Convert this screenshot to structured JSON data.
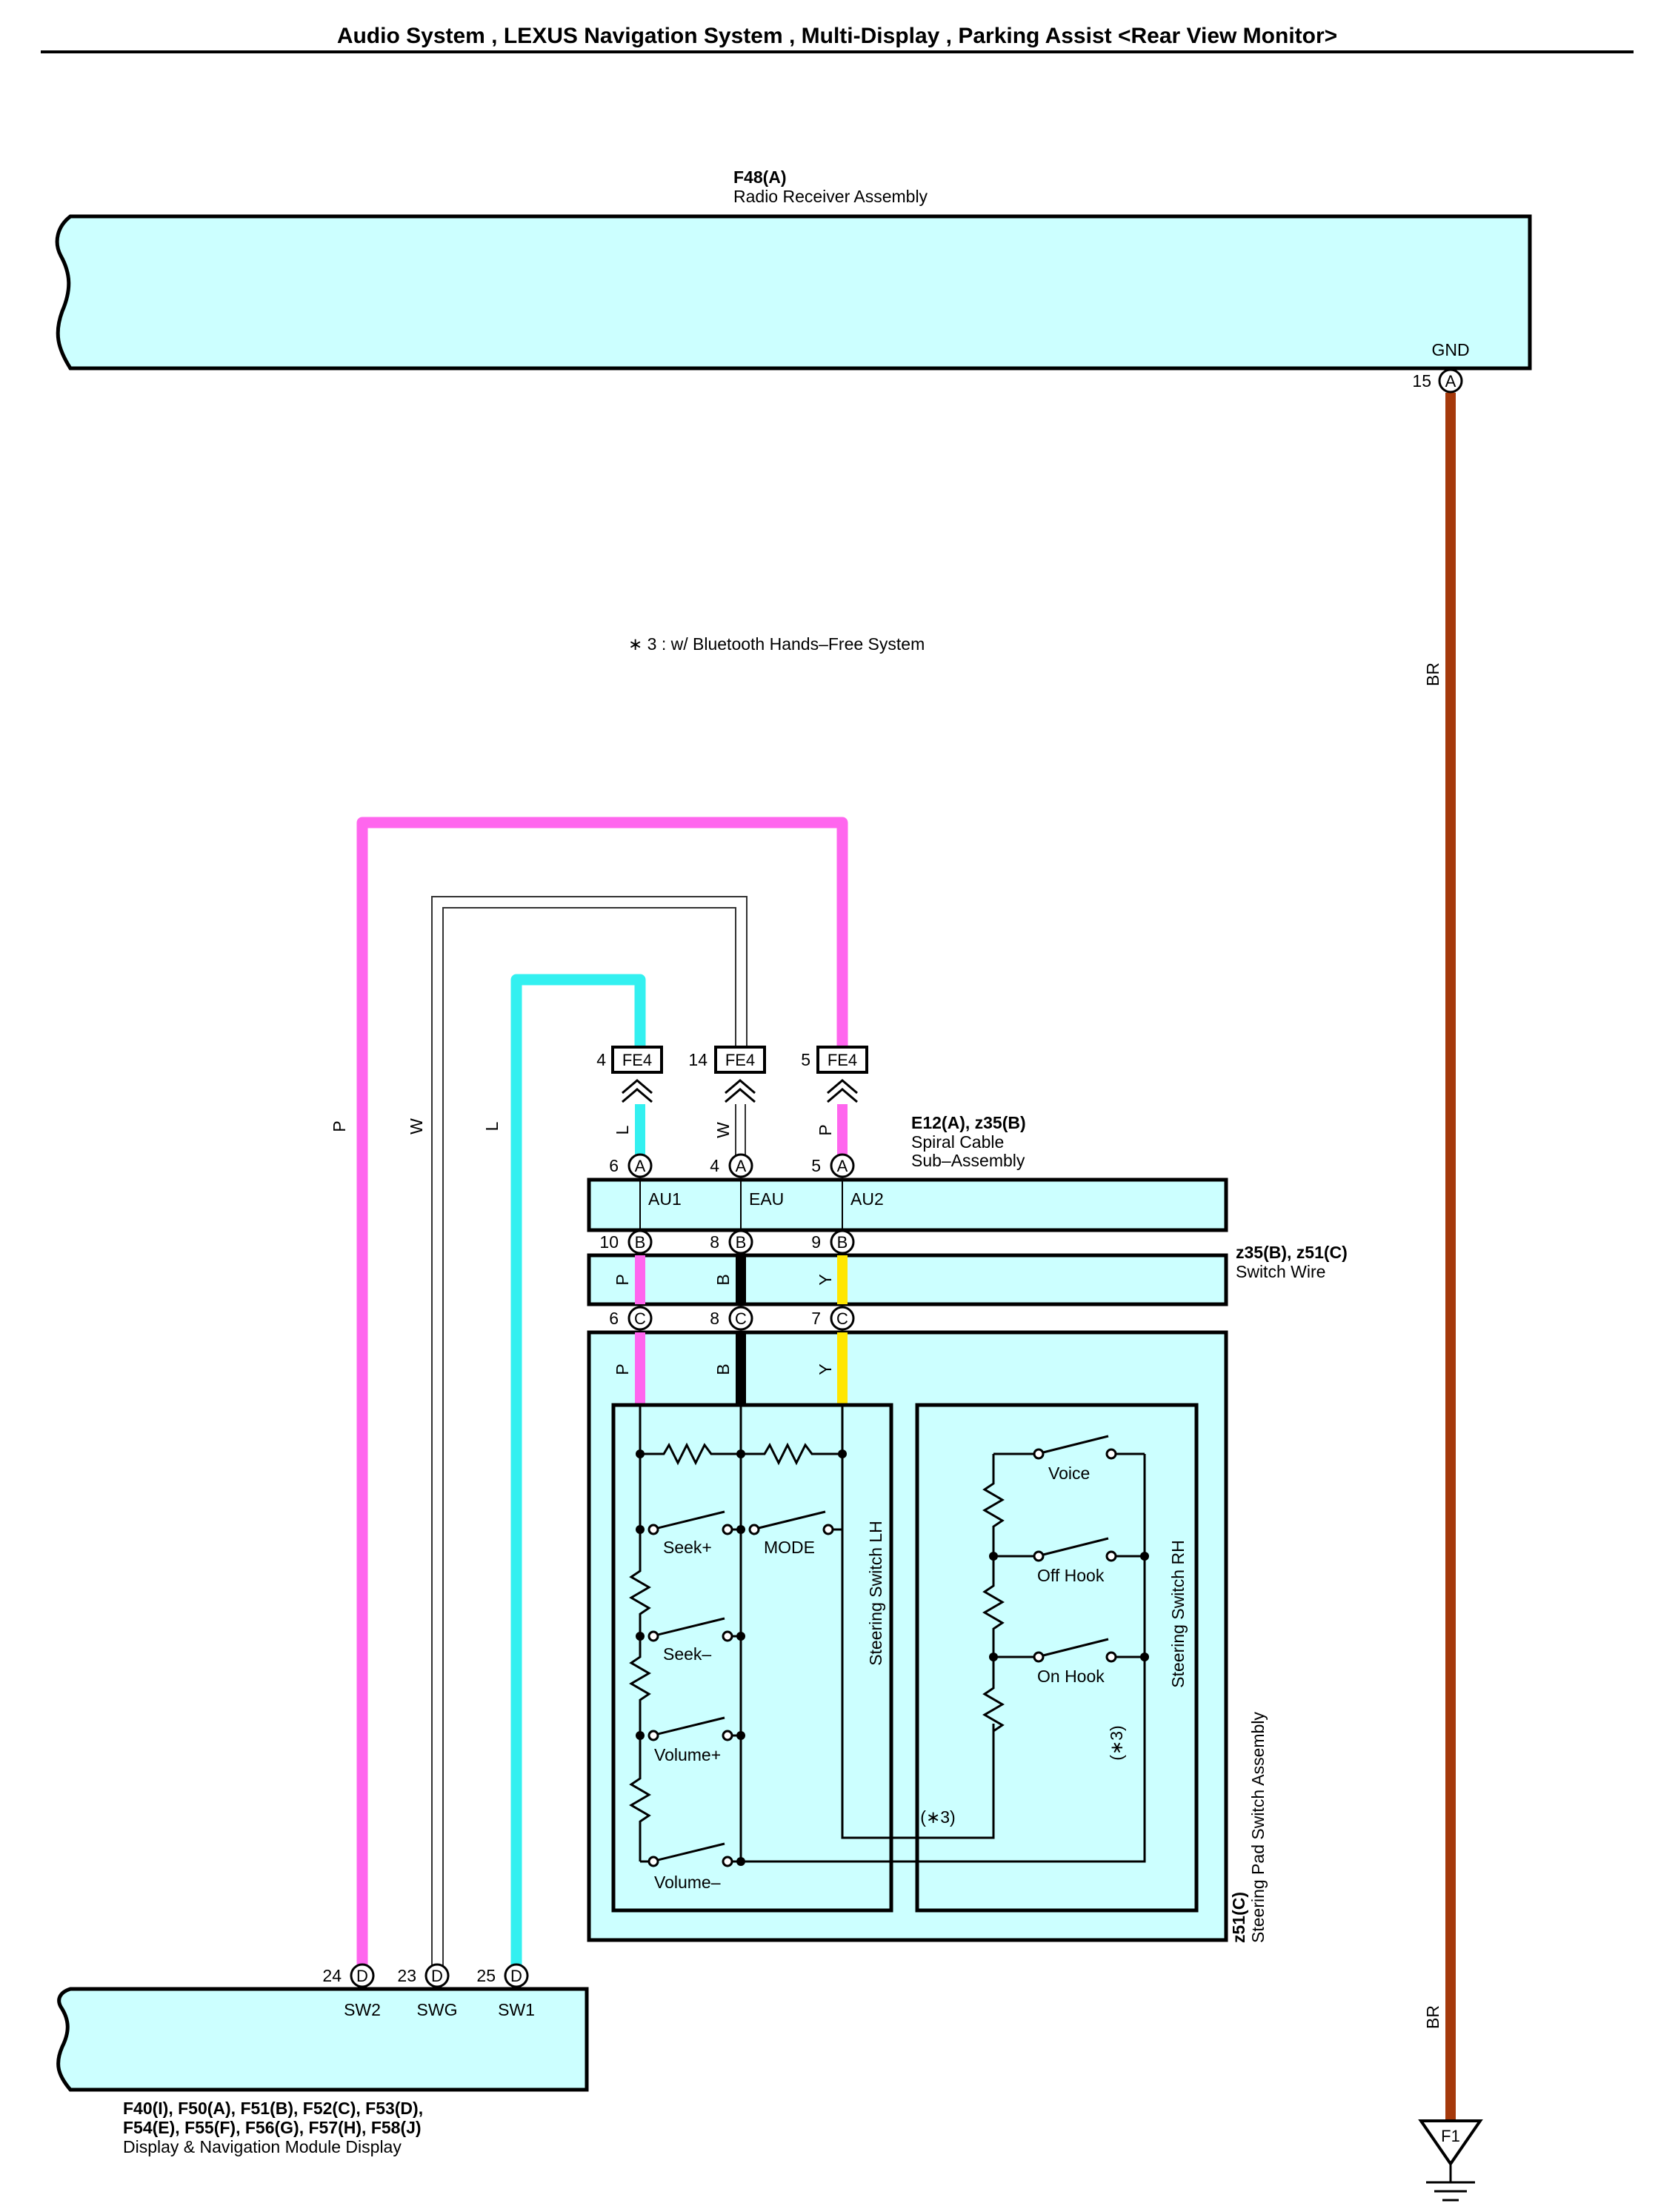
{
  "title": "Audio System , LEXUS Navigation System , Multi-Display , Parking Assist <Rear View Monitor>",
  "note": "∗ 3 : w/ Bluetooth Hands–Free System",
  "colors": {
    "pink": "#ff66ee",
    "cyan": "#33f0f0",
    "brown": "#a5390b",
    "yellow": "#ffe600",
    "black": "#000000",
    "white_wire": "#ffffff",
    "component_fill": "#ccffff"
  },
  "components": {
    "radio": {
      "code": "F48(A)",
      "name": "Radio Receiver Assembly",
      "terminal_name": "GND",
      "pin": "15",
      "connector": "A"
    },
    "spiral": {
      "code": "E12(A), z35(B)",
      "name1": "Spiral Cable",
      "name2": "Sub–Assembly",
      "terminals": [
        "AU1",
        "EAU",
        "AU2"
      ]
    },
    "switch_wire": {
      "code": "z35(B), z51(C)",
      "name": "Switch Wire"
    },
    "steering_pad": {
      "code": "z51(C)",
      "name": "Steering Pad Switch Assembly"
    },
    "display": {
      "code1": "F40(I), F50(A), F51(B), F52(C), F53(D),",
      "code2": "F54(E), F55(F), F56(G), F57(H), F58(J)",
      "name": "Display & Navigation Module Display",
      "terminals": [
        "SW2",
        "SWG",
        "SW1"
      ]
    },
    "ground": {
      "label": "F1"
    }
  },
  "junctions": [
    {
      "pin": "4",
      "label": "FE4"
    },
    {
      "pin": "14",
      "label": "FE4"
    },
    {
      "pin": "5",
      "label": "FE4"
    }
  ],
  "pins": {
    "spiral_top": [
      {
        "pin": "6",
        "conn": "A"
      },
      {
        "pin": "4",
        "conn": "A"
      },
      {
        "pin": "5",
        "conn": "A"
      }
    ],
    "spiral_bottom": [
      {
        "pin": "10",
        "conn": "B"
      },
      {
        "pin": "8",
        "conn": "B"
      },
      {
        "pin": "9",
        "conn": "B"
      }
    ],
    "pad_top": [
      {
        "pin": "6",
        "conn": "C"
      },
      {
        "pin": "8",
        "conn": "C"
      },
      {
        "pin": "7",
        "conn": "C"
      }
    ],
    "display": [
      {
        "pin": "24",
        "conn": "D"
      },
      {
        "pin": "23",
        "conn": "D"
      },
      {
        "pin": "25",
        "conn": "D"
      }
    ]
  },
  "wire_labels": {
    "left_p": "P",
    "left_w": "W",
    "left_l": "L",
    "spiral_in": [
      "L",
      "W",
      "P"
    ],
    "switch_wire": [
      "P",
      "B",
      "Y"
    ],
    "pad": [
      "P",
      "B",
      "Y"
    ],
    "br_top": "BR",
    "br_bottom": "BR"
  },
  "switch_lh": {
    "label": "Steering Switch LH",
    "switches": [
      "Seek+",
      "MODE",
      "Seek–",
      "Volume+",
      "Volume–"
    ]
  },
  "switch_rh": {
    "label": "Steering Switch RH",
    "switches": [
      "Voice",
      "Off Hook",
      "On Hook"
    ],
    "note": "(∗3)"
  },
  "link_note": "(∗3)"
}
